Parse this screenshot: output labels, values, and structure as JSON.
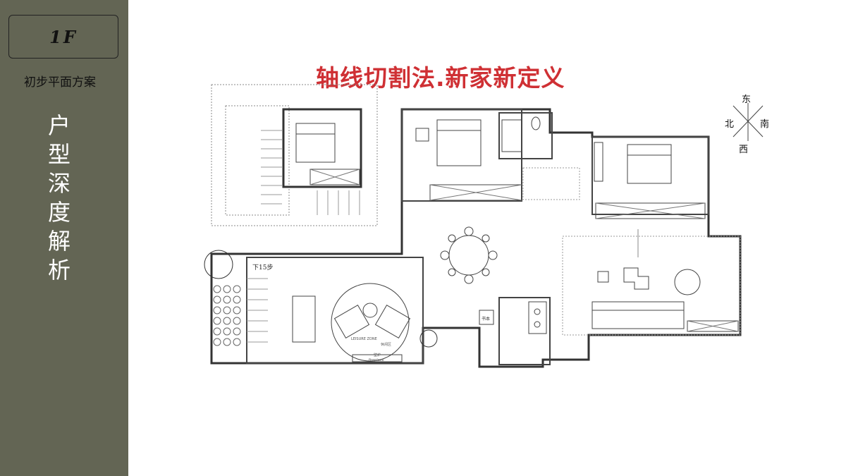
{
  "sidebar": {
    "floor": "1F",
    "subtitle": "初步平面方案",
    "vertical_title": [
      "户",
      "型",
      "深",
      "度",
      "解",
      "析"
    ]
  },
  "plan": {
    "title": "轴线切割法.新家新定义",
    "stairs_label": "下15步",
    "lounge_label": "LEISURE ZONE",
    "lounge_label_cn": "休闲区",
    "fireplace_label": "壁炉",
    "fireplace_label_en": "fireplace",
    "cabinet_label": "书本"
  },
  "compass": {
    "north": "北",
    "south": "南",
    "east": "东",
    "west": "西"
  },
  "colors": {
    "sidebar": "#636554",
    "title": "#cf3034"
  }
}
